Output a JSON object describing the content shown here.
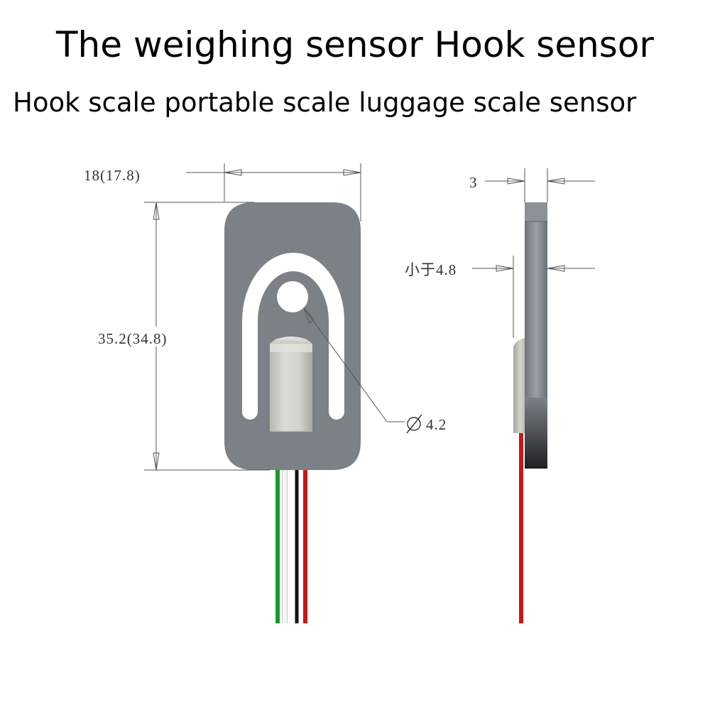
{
  "title": "The weighing sensor Hook sensor",
  "subtitle": "Hook scale portable scale luggage scale sensor",
  "dimensions": {
    "width": "18(17.8)",
    "height": "35.2(34.8)",
    "hole_diameter": "4.2",
    "thickness": "3",
    "max_total_thickness": "小于4.8"
  },
  "icons": {
    "diameter_symbol": "diameter-symbol-icon"
  },
  "colors": {
    "plate": "#7b8187",
    "strain_gauge": "#cdcdc6",
    "wire_green": "#1a9a2a",
    "wire_white": "#f4f4f4",
    "wire_black": "#111111",
    "wire_red": "#c8151b",
    "dimension_line": "#555555"
  }
}
